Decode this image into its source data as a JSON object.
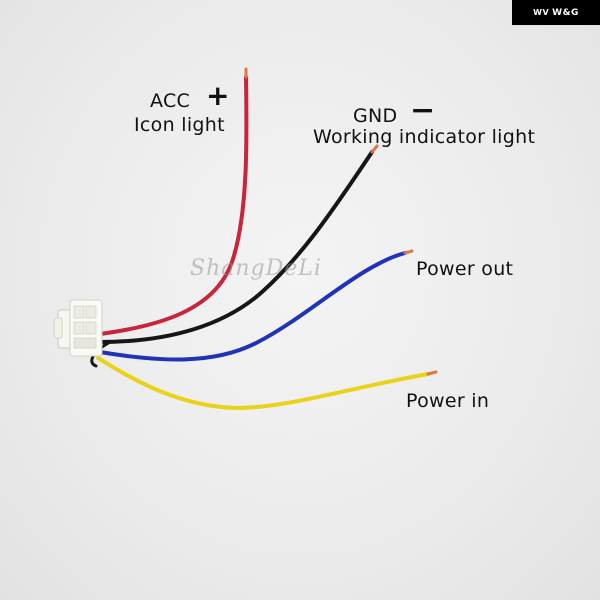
{
  "brand": {
    "logo_mark": "WV",
    "logo_text": "W&G"
  },
  "watermark": {
    "text": "ShangDeLi"
  },
  "labels": {
    "acc": "ACC",
    "acc_sign": "+",
    "icon_light": "Icon light",
    "gnd": "GND",
    "gnd_sign": "−",
    "working_indicator": "Working indicator light",
    "power_out": "Power out",
    "power_in": "Power in"
  },
  "wires": [
    {
      "name": "red",
      "color": "#c8243c"
    },
    {
      "name": "black",
      "color": "#161616"
    },
    {
      "name": "blue",
      "color": "#1f33b8"
    },
    {
      "name": "yellow",
      "color": "#e9d21a"
    }
  ],
  "colors": {
    "background": "#ececec",
    "connector": "#f7f7f2",
    "copper": "#d9784a"
  }
}
